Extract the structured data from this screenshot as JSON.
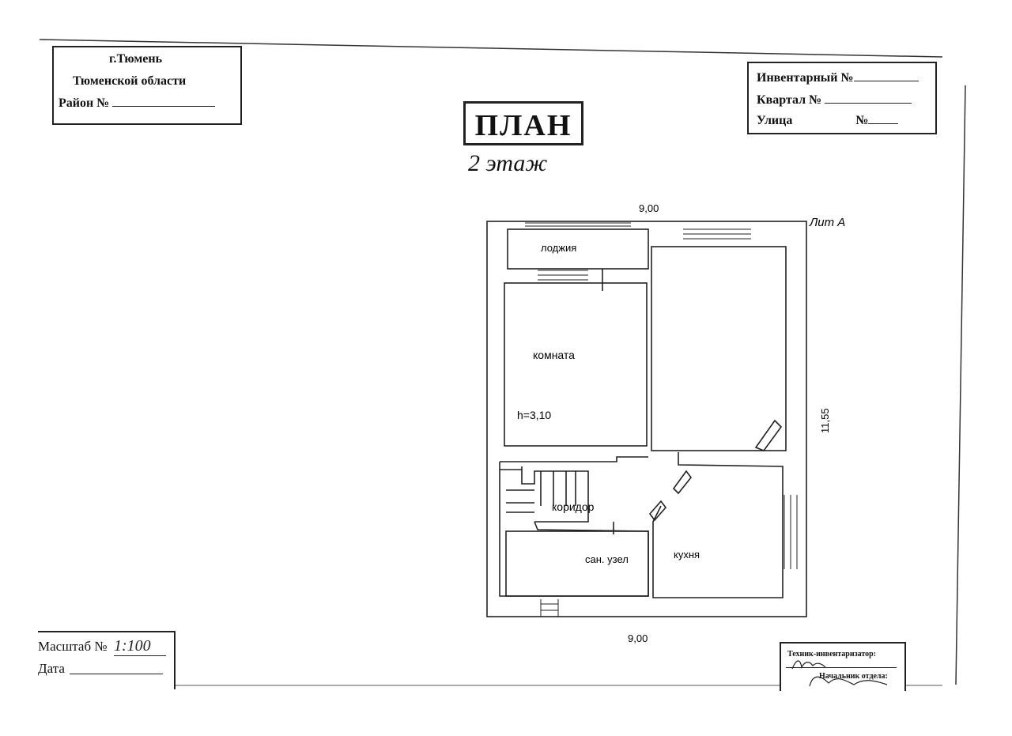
{
  "stamp_city": {
    "city": "г.Тюмень",
    "region": "Тюменской области",
    "district_label": "Район №"
  },
  "stamp_inventory": {
    "inventory_label": "Инвентарный №",
    "block_label": "Квартал №",
    "street_label": "Улица",
    "number_label": "№"
  },
  "plan": {
    "title": "ПЛАН",
    "floor": "2 этаж",
    "letter": "Лит А",
    "dim_top": "9,00",
    "dim_bottom": "9,00",
    "dim_right": "11,55",
    "rooms": {
      "loggia": "лоджия",
      "room": "комната",
      "height": "h=3,10",
      "corridor": "коридор",
      "bathroom": "сан. узел",
      "kitchen": "кухня"
    }
  },
  "stamp_scale": {
    "scale_label": "Масштаб №",
    "scale_value": "1:100",
    "date_label": "Дата"
  },
  "stamp_technician": {
    "technician_label": "Техник-инвентаризатор:",
    "department_label": "Начальник отдела:"
  }
}
